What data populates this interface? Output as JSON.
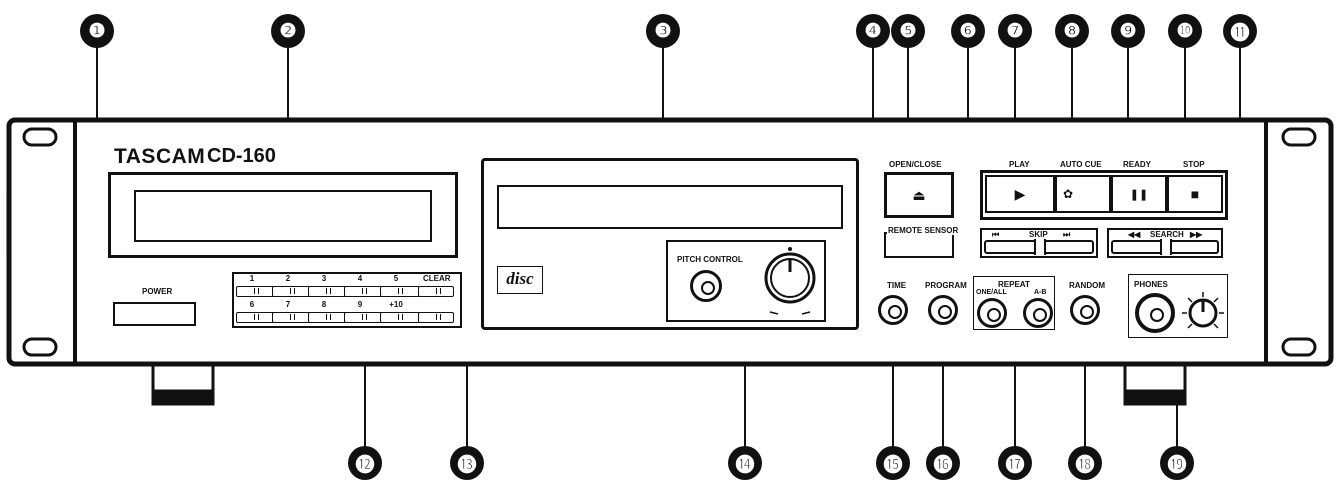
{
  "brand": {
    "logo": "TASCAM",
    "model": "CD-160"
  },
  "labels": {
    "power": "POWER",
    "clear": "CLEAR",
    "open_close": "OPEN/CLOSE",
    "remote_sensor": "REMOTE SENSOR",
    "play": "PLAY",
    "auto_cue": "AUTO CUE",
    "ready": "READY",
    "stop": "STOP",
    "skip": "SKIP",
    "search": "SEARCH",
    "pitch_control": "PITCH CONTROL",
    "time": "TIME",
    "program": "PROGRAM",
    "repeat": "REPEAT",
    "one_all": "ONE/ALL",
    "a_b": "A-B",
    "random": "RANDOM",
    "phones": "PHONES",
    "disc_logo": "disc"
  },
  "keypad": {
    "row1": [
      "1",
      "2",
      "3",
      "4",
      "5"
    ],
    "row2": [
      "6",
      "7",
      "8",
      "9",
      "+10"
    ]
  },
  "callouts": [
    "❶",
    "❷",
    "❸",
    "❹",
    "❺",
    "❻",
    "❼",
    "❽",
    "❾",
    "❿",
    "⓫",
    "⓬",
    "⓭",
    "⓮",
    "⓯",
    "⓰",
    "⓱",
    "⓲",
    "⓳"
  ],
  "colors": {
    "ink": "#111111",
    "panel": "#ffffff"
  }
}
